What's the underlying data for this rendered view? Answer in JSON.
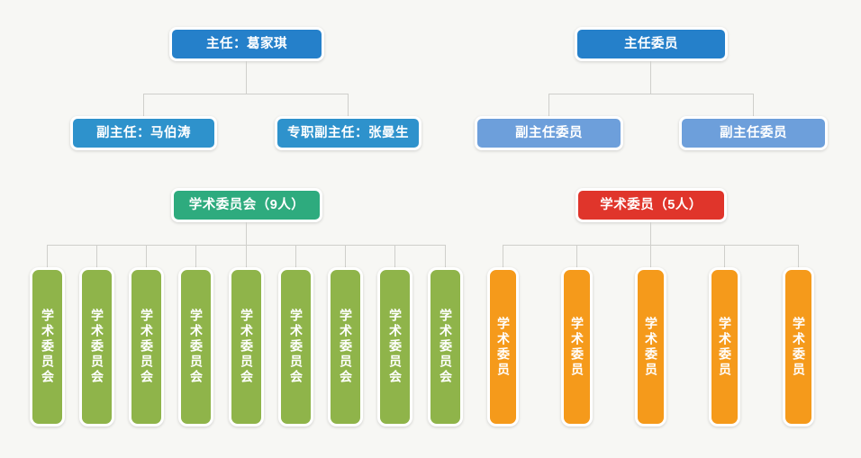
{
  "diagram": {
    "title": "Organizational Chart",
    "background_color": "#f7f7f4",
    "connector_color": "#cfcfcb"
  },
  "colors": {
    "blue_dark": "#2580ca",
    "blue_mid": "#2e92cc",
    "blue_soft": "#6d9fdb",
    "teal": "#2eab7e",
    "red": "#e0352b",
    "green": "#8fb44a",
    "orange": "#f59a1b"
  },
  "left_tree": {
    "root": {
      "label": "主任：葛家琪",
      "color": "#2580ca"
    },
    "deputies": [
      {
        "label": "副主任：马伯涛",
        "color": "#2e92cc"
      },
      {
        "label": "专职副主任：张曼生",
        "color": "#2e92cc"
      }
    ],
    "committee": {
      "label": "学术委员会（9人）",
      "color": "#2eab7e",
      "count": 9
    },
    "members": [
      {
        "label": "学术委员会"
      },
      {
        "label": "学术委员会"
      },
      {
        "label": "学术委员会"
      },
      {
        "label": "学术委员会"
      },
      {
        "label": "学术委员会"
      },
      {
        "label": "学术委员会"
      },
      {
        "label": "学术委员会"
      },
      {
        "label": "学术委员会"
      },
      {
        "label": "学术委员会"
      }
    ]
  },
  "right_tree": {
    "root": {
      "label": "主任委员",
      "color": "#2580ca"
    },
    "deputies": [
      {
        "label": "副主任委员",
        "color": "#6d9fdb"
      },
      {
        "label": "副主任委员",
        "color": "#6d9fdb"
      }
    ],
    "committee": {
      "label": "学术委员（5人）",
      "color": "#e0352b",
      "count": 5
    },
    "members": [
      {
        "label": "学术委员"
      },
      {
        "label": "学术委员"
      },
      {
        "label": "学术委员"
      },
      {
        "label": "学术委员"
      },
      {
        "label": "学术委员"
      }
    ]
  }
}
